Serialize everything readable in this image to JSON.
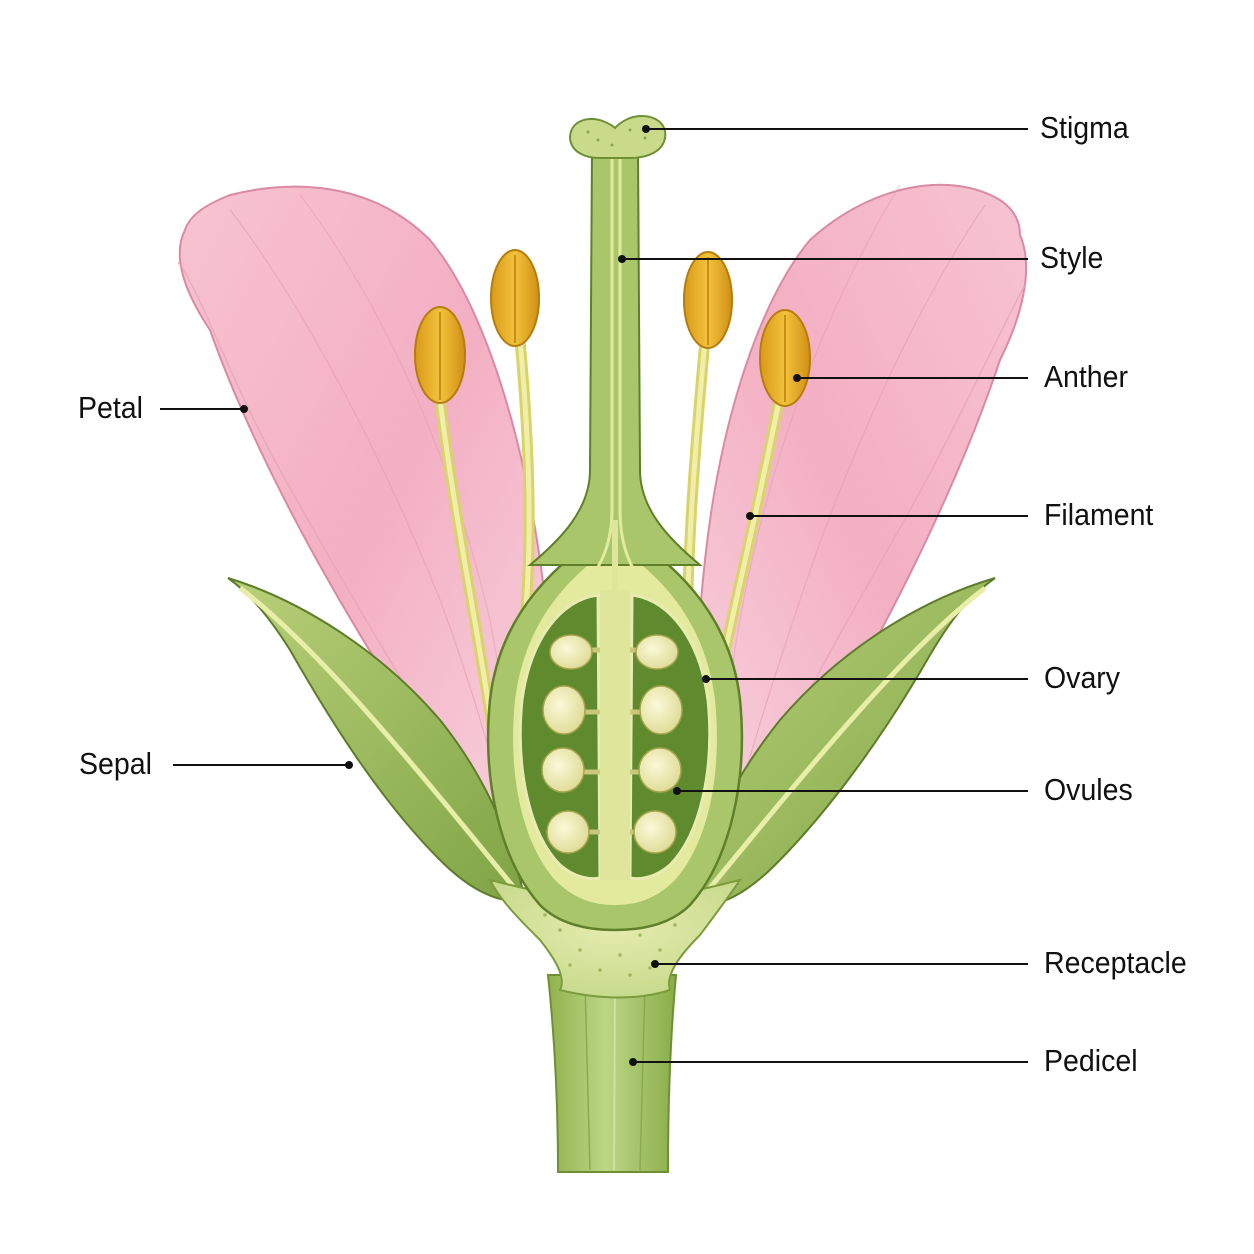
{
  "labels": {
    "stigma": "Stigma",
    "style": "Style",
    "anther": "Anther",
    "filament": "Filament",
    "ovary": "Ovary",
    "ovules": "Ovules",
    "receptacle": "Receptacle",
    "pedicel": "Pedicel",
    "petal": "Petal",
    "sepal": "Sepal"
  },
  "colors": {
    "petal": "#f4b6c8",
    "petal_edge": "#d98aa4",
    "sepal": "#9cbb63",
    "stem": "#a7c667",
    "ovary_inner": "#5f8a2e",
    "ovule": "#f1efb6",
    "anther": "#e9b32a",
    "filament": "#e8e48a",
    "leader": "#111111"
  }
}
